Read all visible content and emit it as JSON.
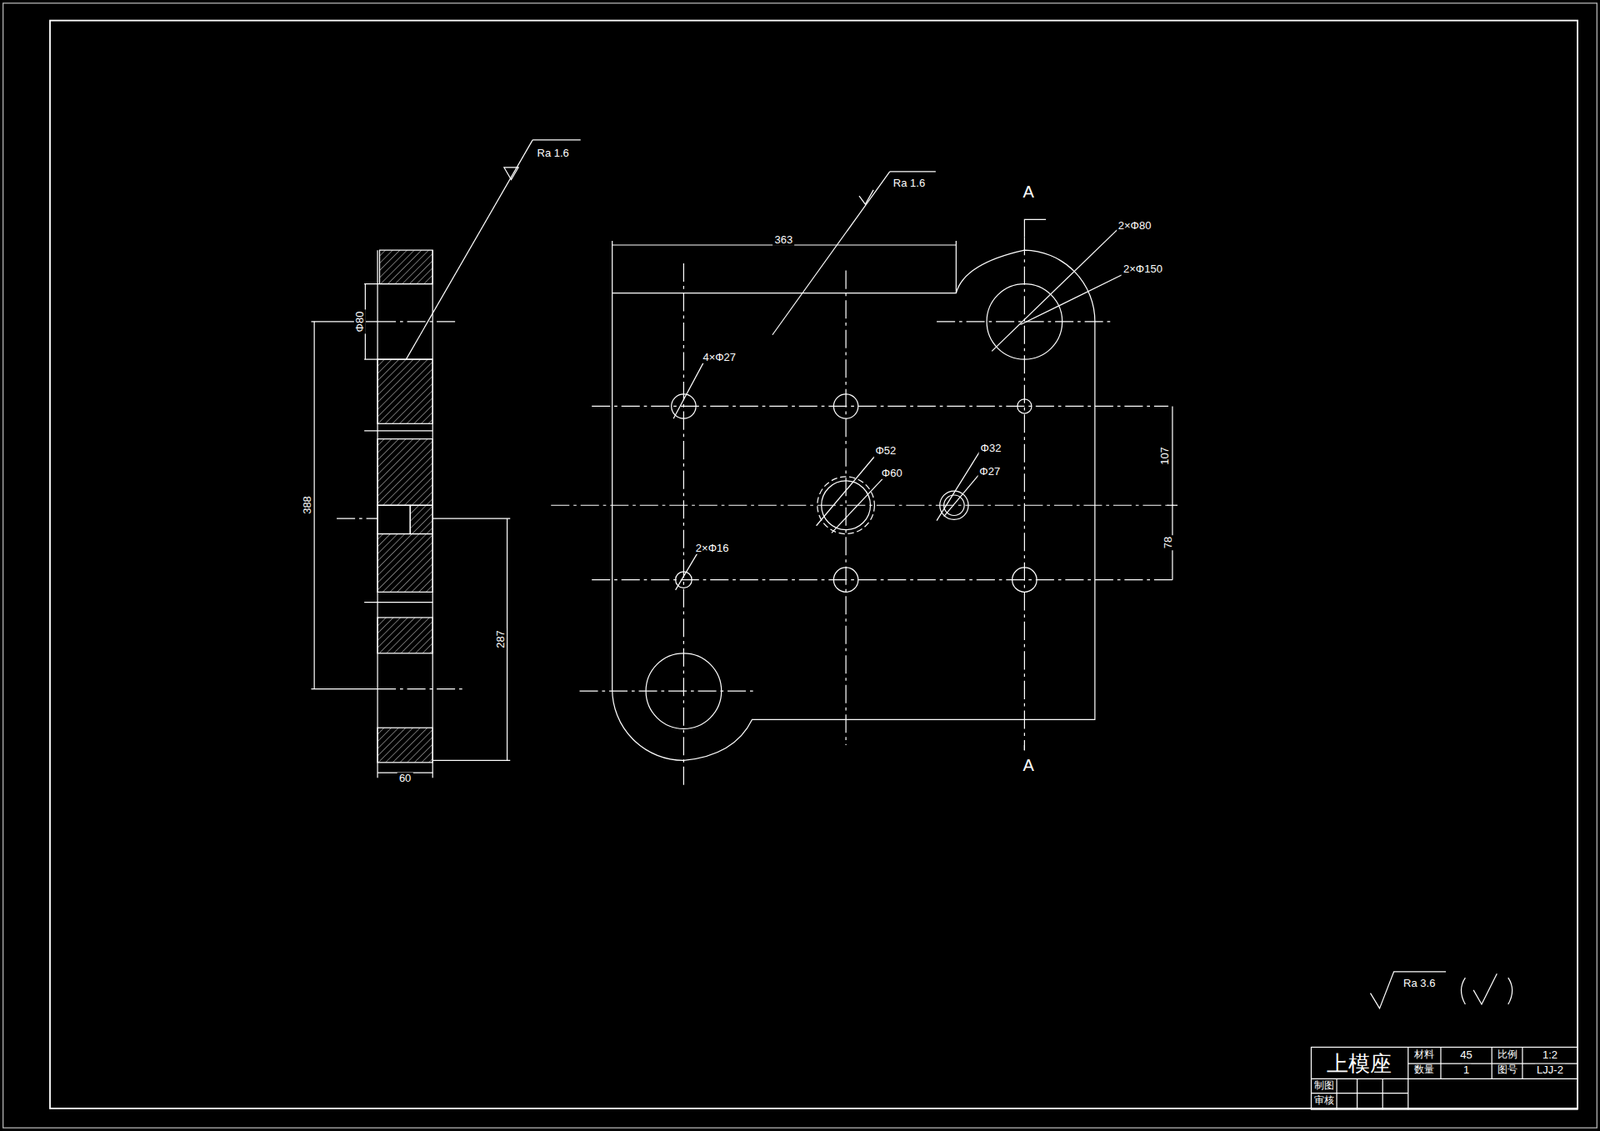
{
  "diagram": {
    "labels": [
      "Ra 1.6",
      "Ra 1.6",
      "363",
      "2×Φ80",
      "2×Φ150",
      "4×Φ27",
      "Φ52",
      "Φ60",
      "Φ32",
      "Φ27",
      "2×Φ16",
      "107",
      "78",
      "Φ80",
      "388",
      "287",
      "60",
      "A",
      "A",
      "Ra 3.6",
      "上模座",
      "材料",
      "45",
      "比例",
      "1:2",
      "数量",
      "1",
      "图号",
      "LJJ-2",
      "制图",
      "审核"
    ]
  }
}
